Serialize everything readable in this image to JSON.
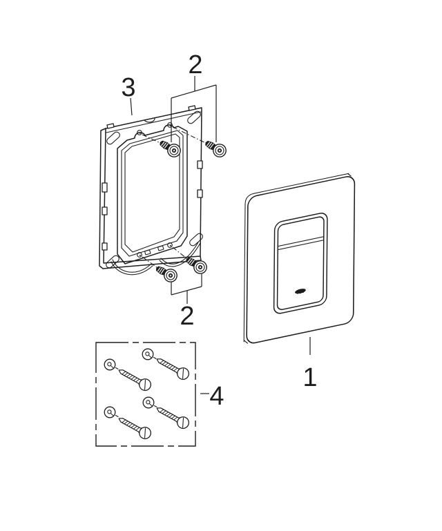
{
  "diagram": {
    "background": "#ffffff",
    "line_color": "#1d1d1d",
    "callouts": {
      "plate": "1",
      "screws_top": "2",
      "screws_bottom": "2",
      "frame": "3",
      "fixing_set": "4"
    }
  }
}
